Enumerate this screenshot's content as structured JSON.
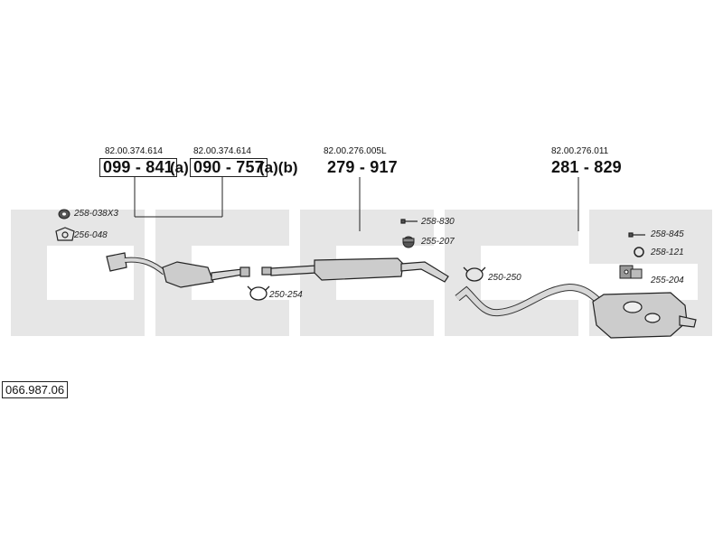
{
  "diagram_ref": "066.987.06",
  "parts": [
    {
      "oem": "82.00.374.614",
      "number": "099 - 841",
      "suffix": "(a)"
    },
    {
      "oem": "82.00.374.614",
      "number": "090 - 757",
      "suffix": "(a)(b)"
    },
    {
      "oem": "82.00.276.005L",
      "number": "279 - 917",
      "suffix": ""
    },
    {
      "oem": "82.00.276.011",
      "number": "281 - 829",
      "suffix": ""
    }
  ],
  "accessories": [
    {
      "code": "258-038X3",
      "icon": "gasket-icon"
    },
    {
      "code": "256-048",
      "icon": "flange-gasket-icon"
    },
    {
      "code": "250-254",
      "icon": "clamp-icon"
    },
    {
      "code": "258-830",
      "icon": "bolt-icon"
    },
    {
      "code": "255-207",
      "icon": "rubber-mount-icon"
    },
    {
      "code": "250-250",
      "icon": "clamp-icon"
    },
    {
      "code": "258-845",
      "icon": "bolt-icon"
    },
    {
      "code": "258-121",
      "icon": "ring-icon"
    },
    {
      "code": "255-204",
      "icon": "bracket-icon"
    }
  ],
  "colors": {
    "line": "#222222",
    "watermark": "#e2e2e2",
    "part_fill": "#d0d0d0"
  }
}
